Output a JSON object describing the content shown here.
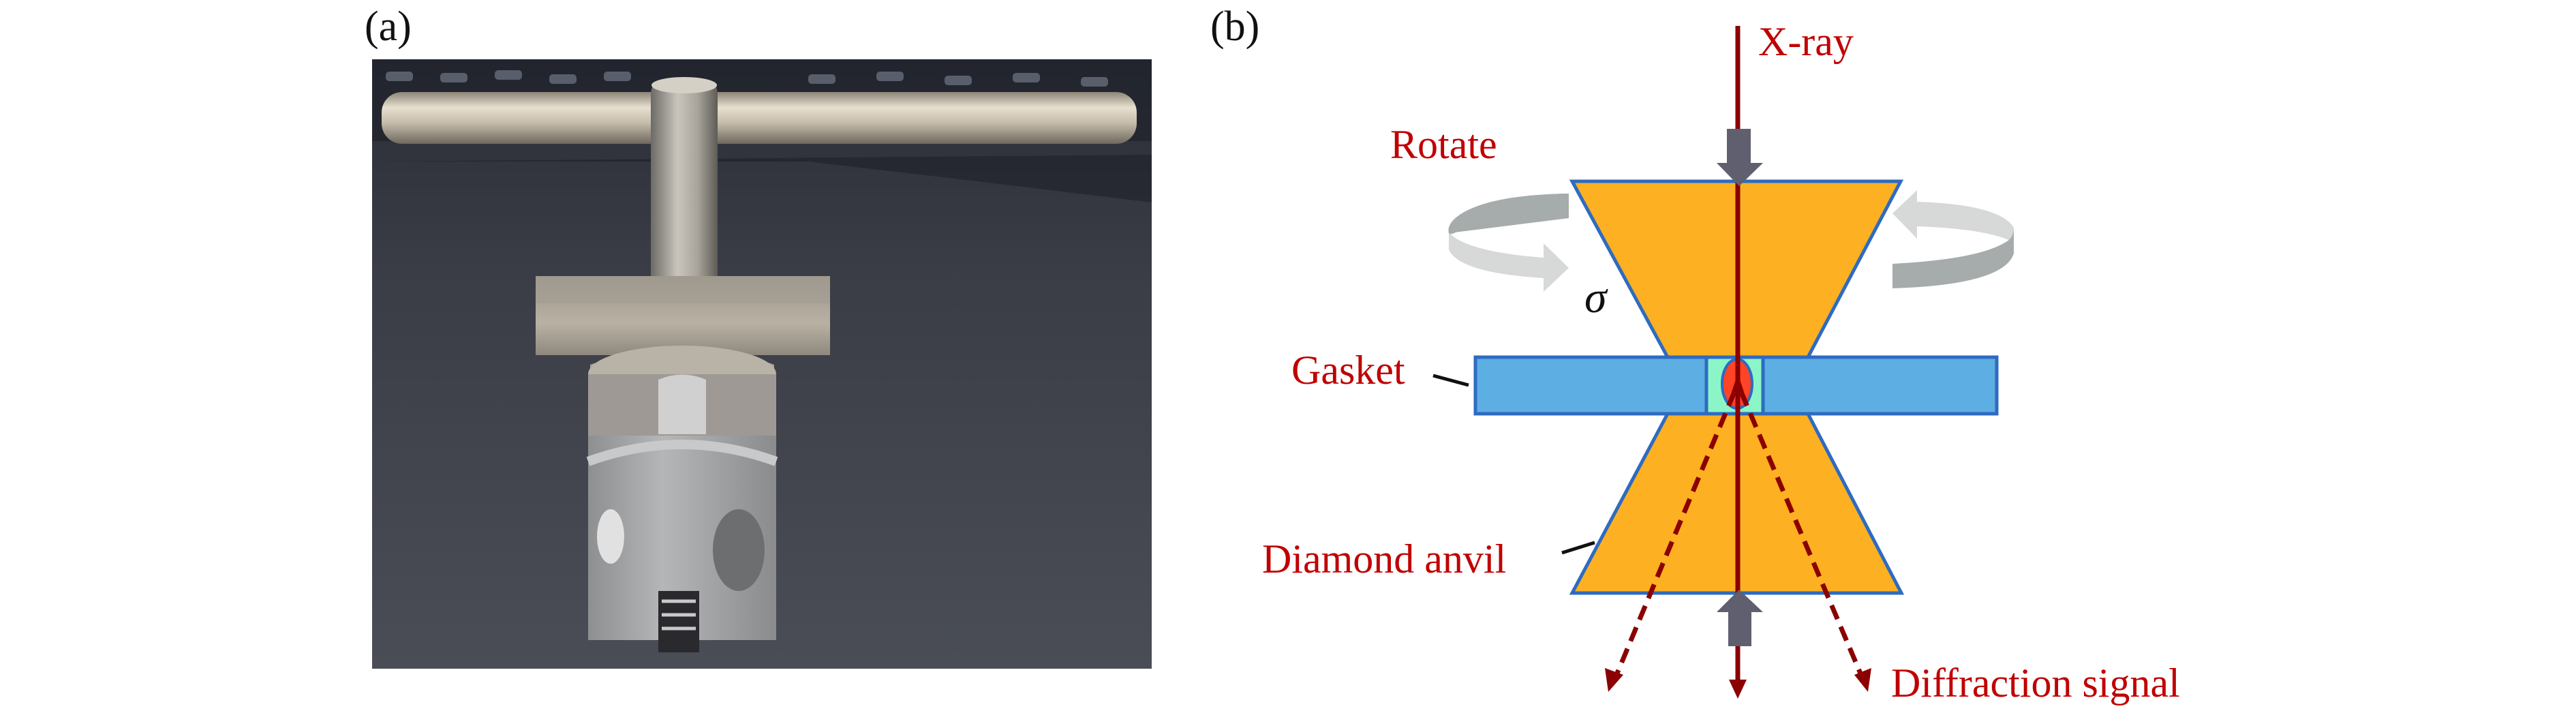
{
  "figure": {
    "panels": [
      {
        "id": "a",
        "label": "(a)",
        "content": "Photograph of a diamond anvil cell with T-handle loading tool"
      },
      {
        "id": "b",
        "label": "(b)",
        "content": "Schematic of diamond anvil cell under X-ray diffraction"
      }
    ]
  },
  "diagram": {
    "labels": {
      "xray": "X-ray",
      "rotate": "Rotate",
      "sigma": "σ",
      "gasket": "Gasket",
      "diamond_anvil": "Diamond anvil",
      "diffraction_signal": "Diffraction signal"
    },
    "colors": {
      "anvil_fill": "#FDB022",
      "outline_blue": "#2E6BC0",
      "gasket_fill": "#5DAEE3",
      "chamber_fill": "#8CF5C8",
      "sample_fill": "#FF4326",
      "beam": "#8B0000",
      "label_red": "#C00000",
      "force_arrow": "#5F5F6F",
      "rotate_light": "#D6D9D7",
      "rotate_dark": "#A5ACAB"
    }
  }
}
